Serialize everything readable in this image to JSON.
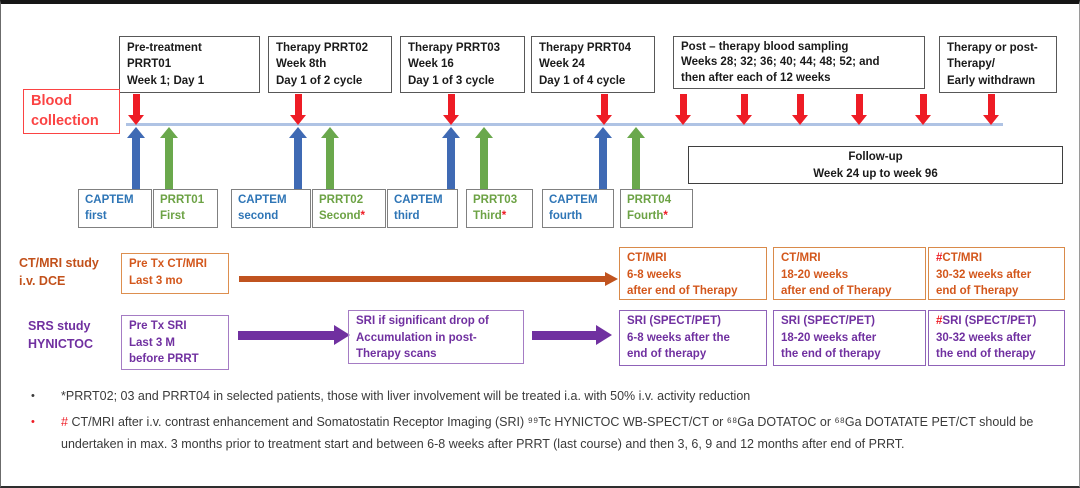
{
  "blood_collection": {
    "label": "Blood\ncollection"
  },
  "top_boxes": [
    {
      "text": "Pre-treatment\nPRRT01\nWeek 1; Day 1"
    },
    {
      "text": "Therapy PRRT02\nWeek 8th\nDay 1 of 2 cycle"
    },
    {
      "text": "Therapy PRRT03\nWeek 16\nDay 1 of 3 cycle"
    },
    {
      "text": "Therapy PRRT04\nWeek 24\nDay 1 of 4 cycle"
    },
    {
      "text": "Post – therapy blood sampling\nWeeks 28; 32; 36; 40; 44; 48; 52; and\nthen after each of 12 weeks"
    },
    {
      "text": "Therapy or post-\nTherapy/\nEarly withdrawn"
    }
  ],
  "drug_boxes": [
    {
      "text": "CAPTEM\nfirst",
      "star": ""
    },
    {
      "text": "PRRT01\nFirst",
      "star": ""
    },
    {
      "text": "CAPTEM\nsecond",
      "star": ""
    },
    {
      "text": "PRRT02\nSecond",
      "star": "*"
    },
    {
      "text": "CAPTEM\nthird",
      "star": ""
    },
    {
      "text": "PRRT03\nThird",
      "star": "*"
    },
    {
      "text": "CAPTEM\nfourth",
      "star": ""
    },
    {
      "text": "PRRT04\nFourth",
      "star": "*"
    }
  ],
  "follow_up": {
    "text": "Follow-up\nWeek 24 up to week 96"
  },
  "ct_mri_row": {
    "label": "CT/MRI study\ni.v. DCE",
    "pre_box": "Pre Tx CT/MRI\nLast 3 mo",
    "boxes": [
      {
        "hash": "",
        "text": "CT/MRI\n6-8 weeks\nafter end of Therapy"
      },
      {
        "hash": "",
        "text": "CT/MRI\n18-20 weeks\nafter end of Therapy"
      },
      {
        "hash": "#",
        "text": "CT/MRI\n30-32 weeks after\nend of Therapy"
      }
    ]
  },
  "srs_row": {
    "label": "SRS study\nHYNICTOC",
    "pre_box": "Pre Tx SRI\nLast 3 M\nbefore PRRT",
    "mid_box": "SRI if significant drop of\nAccumulation in post-\nTherapy scans",
    "boxes": [
      {
        "hash": "",
        "text": "SRI (SPECT/PET)\n 6-8 weeks after the\nend of therapy"
      },
      {
        "hash": "",
        "text": "SRI (SPECT/PET)\n18-20 weeks after\nthe end of therapy"
      },
      {
        "hash": "#",
        "text": "SRI (SPECT/PET)\n30-32 weeks  after\nthe end of therapy"
      }
    ]
  },
  "footnotes": [
    {
      "bullet": "•",
      "prefix": "",
      "text": "*PRRT02; 03 and PRRT04 in selected patients, those with liver involvement will be treated i.a. with 50% i.v. activity reduction"
    },
    {
      "bullet": "•",
      "prefix": "# ",
      "text": "CT/MRI after i.v. contrast enhancement and Somatostatin Receptor Imaging (SRI) ⁹⁹Tc HYNICTOC WB-SPECT/CT or ⁶⁸Ga DOTATOC or ⁶⁸Ga DOTATATE PET/CT should be undertaken in max. 3 months prior to treatment start and between 6-8 weeks after PRRT (last course) and then 3, 6, 9 and 12 months after end of PRRT."
    }
  ],
  "colors": {
    "red_arrow": "#ee1c25",
    "blue_arrow": "#3f6ab4",
    "green_arrow": "#6aa84c",
    "timeline": "#afc3e4",
    "blood_red": "#fb4343",
    "captem_blue": "#2e75b6",
    "prrt_green": "#6ca244",
    "ct_orange": "#d3571c",
    "srs_purple": "#7030a0"
  }
}
